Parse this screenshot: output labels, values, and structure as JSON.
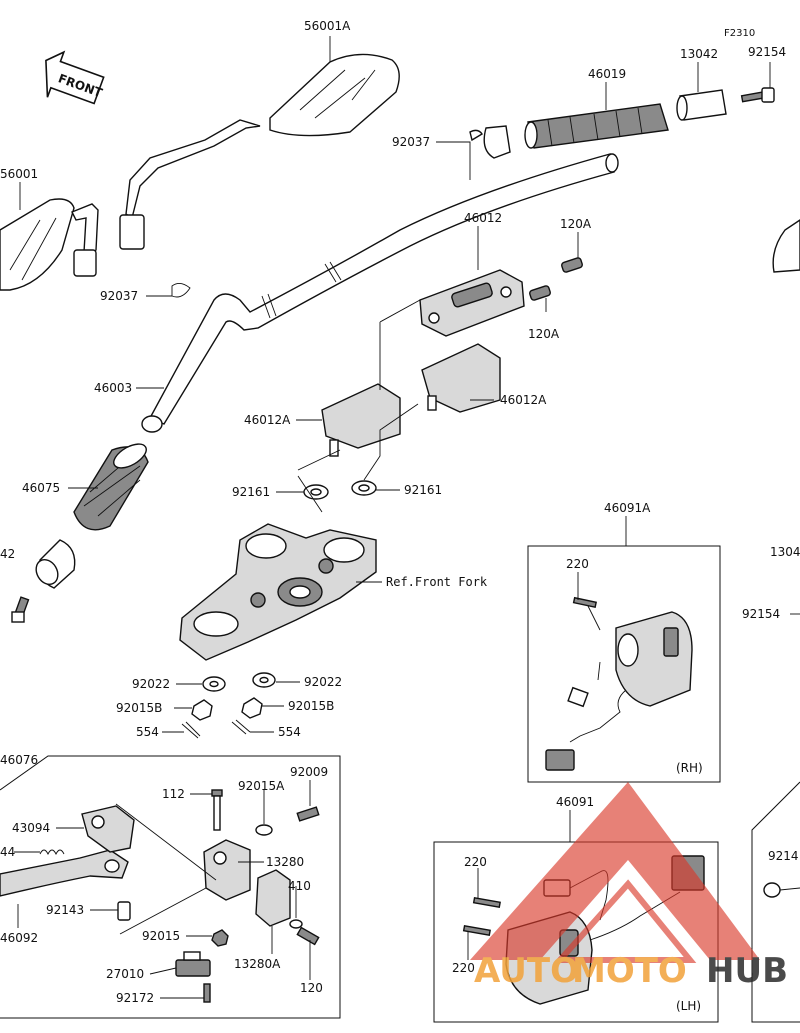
{
  "diagram": {
    "direction_badge": "FRONT",
    "labels": {
      "l_56001A": "56001A",
      "l_56001": "56001",
      "l_F2310": "F2310",
      "l_92154_top": "92154",
      "l_13042": "13042",
      "l_46019": "46019",
      "l_92037_top": "92037",
      "l_92037_left": "92037",
      "l_46012": "46012",
      "l_120A_a": "120A",
      "l_120A_b": "120A",
      "l_46003": "46003",
      "l_46012A_l": "46012A",
      "l_46012A_r": "46012A",
      "l_46075": "46075",
      "l_92161_l": "92161",
      "l_92161_r": "92161",
      "l_42": "42",
      "l_ref_front_fork": "Ref.Front Fork",
      "l_92022_l": "92022",
      "l_92022_r": "92022",
      "l_92015B_l": "92015B",
      "l_92015B_r": "92015B",
      "l_554_l": "554",
      "l_554_r": "554",
      "l_46091A": "46091A",
      "l_220_rh": "220",
      "l_1304": "1304",
      "l_92154_right": "92154",
      "l_rh": "(RH)",
      "l_46076": "46076",
      "l_112": "112",
      "l_92015A": "92015A",
      "l_92009": "92009",
      "l_43094": "43094",
      "l_13280": "13280",
      "l_44": "44",
      "l_410": "410",
      "l_92143": "92143",
      "l_46092": "46092",
      "l_92015": "92015",
      "l_13280A": "13280A",
      "l_120_bottom": "120",
      "l_27010": "27010",
      "l_92172": "92172",
      "l_46091": "46091",
      "l_220_lh_a": "220",
      "l_220_lh_b": "220",
      "l_lh": "(LH)",
      "l_9214": "9214"
    },
    "watermark": {
      "part1": "AUTO",
      "part2": "MOTO",
      "part3": "HUB",
      "color_red": "#d93a2b",
      "color_orange": "#f2a23a",
      "color_dark": "#2b2b2b"
    }
  }
}
